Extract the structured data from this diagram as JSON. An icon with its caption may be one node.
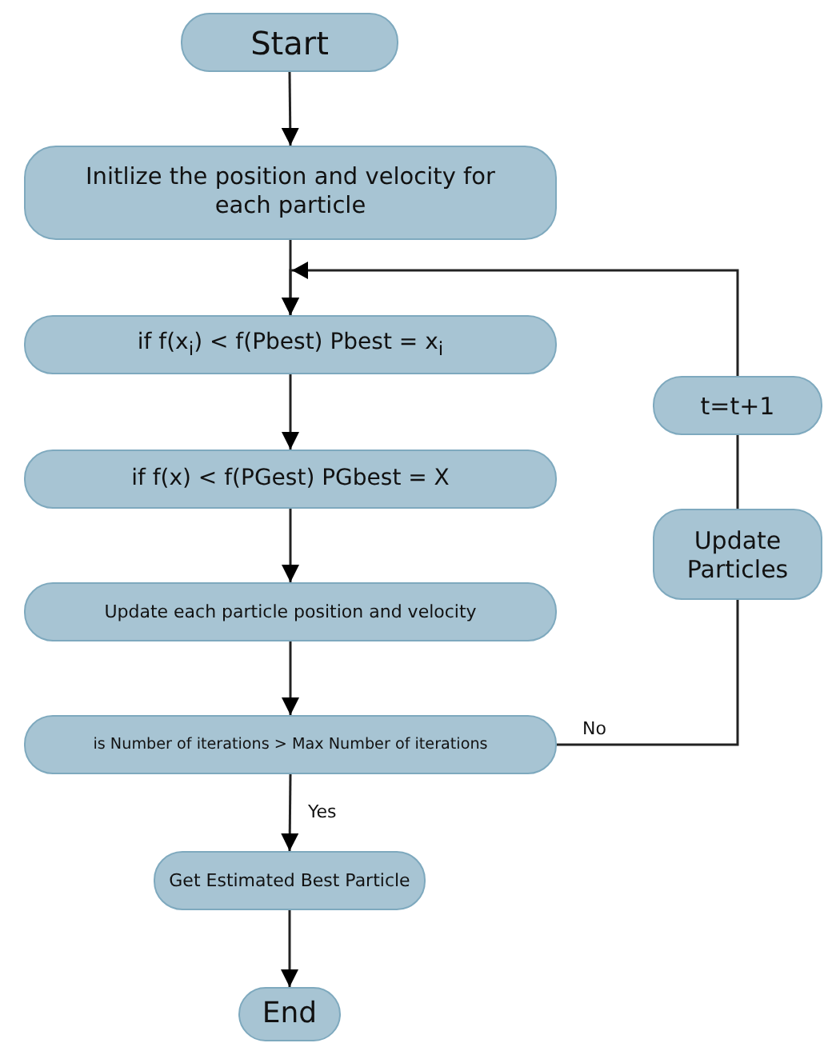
{
  "diagram": {
    "nodes": [
      {
        "text": [
          "Start"
        ]
      },
      {
        "text": [
          "Initlize the position and velocity for each particle"
        ]
      },
      {
        "text": [
          "if f(x$_{i}$) < f(Pbest) Pbest = x$_{i}$"
        ]
      },
      {
        "text": [
          "if f(x) < f(PGest) PGbest = X"
        ]
      },
      {
        "text": [
          "Update each particle position and velocity"
        ]
      },
      {
        "text": [
          "is Number of iterations > Max Number of iterations"
        ]
      },
      {
        "text": [
          "Get Estimated Best Particle"
        ]
      },
      {
        "text": [
          "End"
        ]
      },
      {
        "text": [
          "t=t+1"
        ]
      },
      {
        "text": [
          "Update Particles"
        ]
      }
    ],
    "edges": [
      {
        "from": 0,
        "to": 1,
        "arrow": "to"
      },
      {
        "from": 1,
        "to": 2,
        "arrow": "to"
      },
      {
        "from": 2,
        "to": 3,
        "arrow": "to"
      },
      {
        "from": 3,
        "to": 4,
        "arrow": "to"
      },
      {
        "from": 4,
        "to": 5,
        "arrow": "to"
      },
      {
        "from": 5,
        "to": 6,
        "label": "Yes",
        "arrow": "to"
      },
      {
        "from": 6,
        "to": 7,
        "arrow": "to"
      },
      {
        "from": 5,
        "to": 9,
        "label": "No",
        "arrow": "none"
      },
      {
        "from": 9,
        "to": 8,
        "arrow": "none"
      },
      {
        "from": 8,
        "to": 2,
        "arrow": "to"
      }
    ]
  }
}
